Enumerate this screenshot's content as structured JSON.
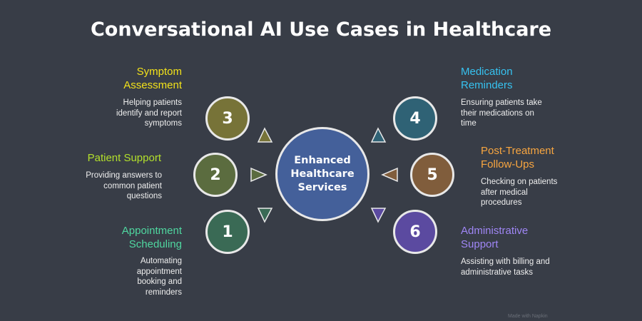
{
  "title": "Conversational AI Use Cases in Healthcare",
  "center": {
    "label": "Enhanced Healthcare Services",
    "color": "#44609a"
  },
  "items": [
    {
      "number": "1",
      "heading": "Appointment Scheduling",
      "description": "Automating appointment booking and reminders",
      "color": "#3a6a55",
      "heading_color": "#4fd7a0"
    },
    {
      "number": "2",
      "heading": "Patient Support",
      "description": "Providing answers to common patient questions",
      "color": "#5b6c3f",
      "heading_color": "#b3e02b"
    },
    {
      "number": "3",
      "heading": "Symptom Assessment",
      "description": "Helping patients identify and report symptoms",
      "color": "#777338",
      "heading_color": "#f3e21a"
    },
    {
      "number": "4",
      "heading": "Medication Reminders",
      "description": "Ensuring patients take their medications on time",
      "color": "#2f6275",
      "heading_color": "#36c2f0"
    },
    {
      "number": "5",
      "heading": "Post-Treatment Follow-Ups",
      "description": "Checking on patients after medical procedures",
      "color": "#805d3c",
      "heading_color": "#f7a540"
    },
    {
      "number": "6",
      "heading": "Administrative Support",
      "description": "Assisting with billing and administrative tasks",
      "color": "#5b4aa0",
      "heading_color": "#9f86f5"
    }
  ],
  "watermark": "Made with Napkin"
}
